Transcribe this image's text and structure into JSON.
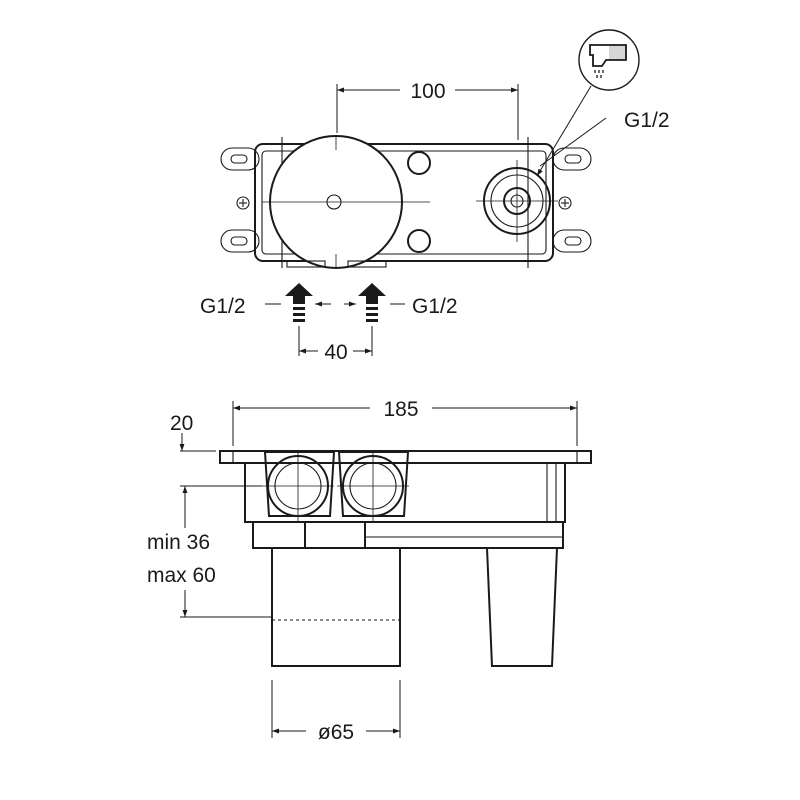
{
  "labels": {
    "dim_100": "100",
    "g_outlet": "G1/2",
    "g_left": "G1/2",
    "g_right": "G1/2",
    "dim_40": "40",
    "dim_185": "185",
    "dim_20": "20",
    "min": "min 36",
    "max": "max 60",
    "dia": "ø65"
  },
  "icons": {
    "outlet": "shower-head-icon"
  }
}
